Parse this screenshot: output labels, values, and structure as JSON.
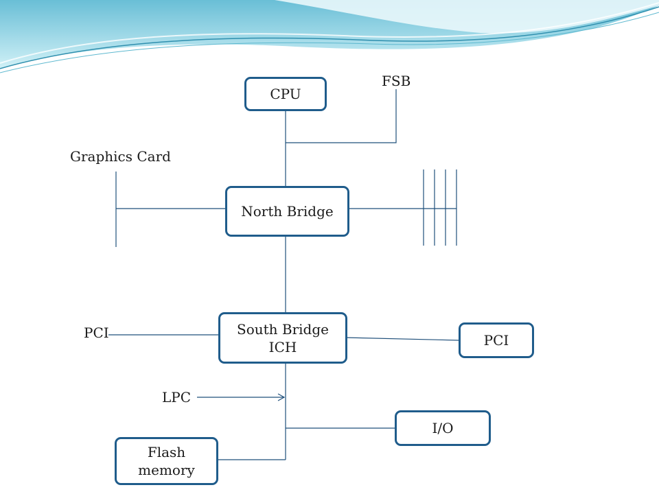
{
  "boxes": {
    "cpu": "CPU",
    "north_bridge": "North Bridge",
    "south_bridge": "South Bridge\nICH",
    "pci_right": "PCI",
    "io": "I/O",
    "flash": "Flash\nmemory"
  },
  "labels": {
    "fsb": "FSB",
    "graphics_card": "Graphics Card",
    "pci_left": "PCI",
    "lpc": "LPC"
  },
  "colors": {
    "box_border": "#1f5c8b",
    "wire": "#1f4f7a",
    "header_wave": "#5cc6dd"
  }
}
